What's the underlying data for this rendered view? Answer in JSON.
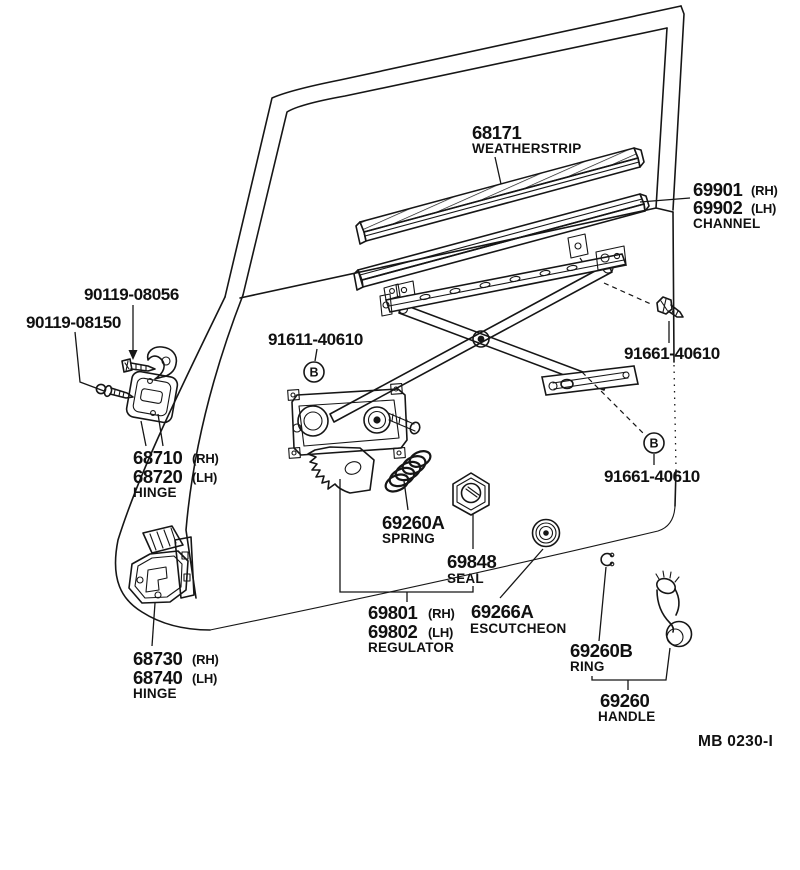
{
  "diagram": {
    "figure_code": "MB 0230-I",
    "line_color": "#161616",
    "background": "#ffffff",
    "labels": {
      "weatherstrip": {
        "num": "68171",
        "name": "WEATHERSTRIP"
      },
      "channel": {
        "num_rh": "69901",
        "rh": "(RH)",
        "num_lh": "69902",
        "lh": "(LH)",
        "name": "CHANNEL"
      },
      "screw_upper_front": {
        "num": "90119-08056"
      },
      "screw_lower_front": {
        "num": "90119-08150"
      },
      "hinge_upper": {
        "num_rh": "68710",
        "rh": "(RH)",
        "num_lh": "68720",
        "lh": "(LH)",
        "name": "HINGE"
      },
      "hinge_lower": {
        "num_rh": "68730",
        "rh": "(RH)",
        "num_lh": "68740",
        "lh": "(LH)",
        "name": "HINGE"
      },
      "screw_b_regulator": {
        "num": "91611-40610",
        "marker": "B"
      },
      "bolt_channel": {
        "num": "91661-40610"
      },
      "bolt_b_lower": {
        "num": "91661-40610",
        "marker": "B"
      },
      "spring": {
        "num": "69260A",
        "name": "SPRING"
      },
      "seal": {
        "num": "69848",
        "name": "SEAL"
      },
      "regulator": {
        "num_rh": "69801",
        "rh": "(RH)",
        "num_lh": "69802",
        "lh": "(LH)",
        "name": "REGULATOR"
      },
      "escutcheon": {
        "num": "69266A",
        "name": "ESCUTCHEON"
      },
      "ring": {
        "num": "69260B",
        "name": "RING"
      },
      "handle": {
        "num": "69260",
        "name": "HANDLE"
      }
    }
  }
}
